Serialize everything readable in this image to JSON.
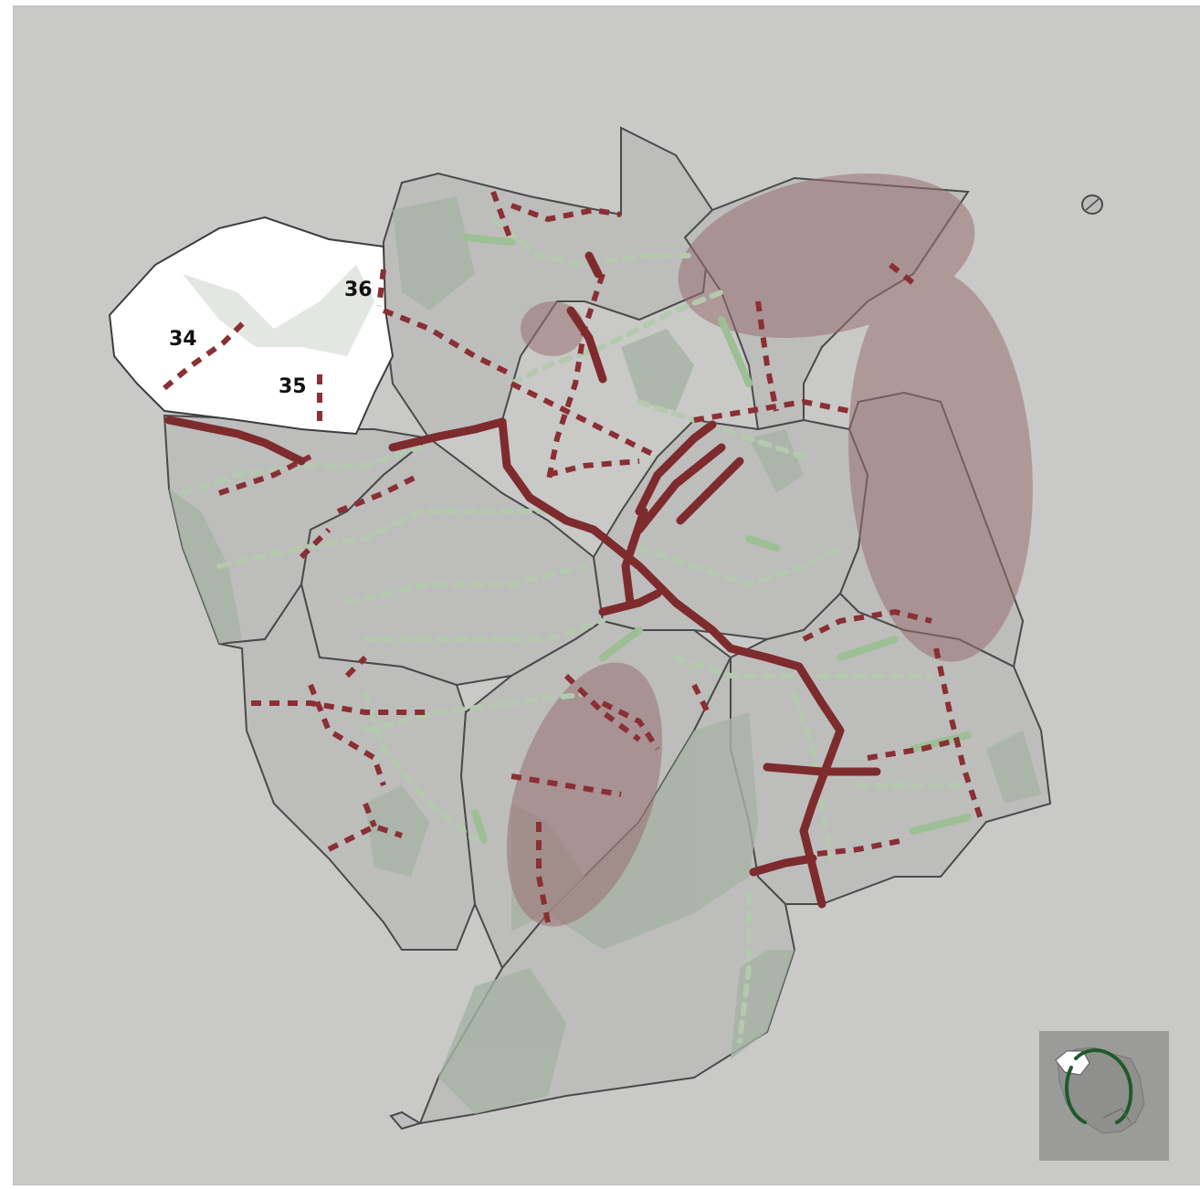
{
  "route_labels": [
    "34",
    "35",
    "36"
  ],
  "colors": {
    "background": "#c9c9c8",
    "district_fill": "#bdbdbc",
    "district_outline": "#4a4a4a",
    "green_area": "#a6b3a4",
    "highlighted_district": "#ffffff",
    "dense_zone": "#9a6f71",
    "primary_route": "#7e2b2e",
    "secondary_route": "#8a2f33",
    "green_route": "#9cbf94",
    "green_dotted": "#b4c9ae"
  },
  "icons": {
    "inset_map": "locator-map-icon",
    "island": "small-island-icon"
  }
}
